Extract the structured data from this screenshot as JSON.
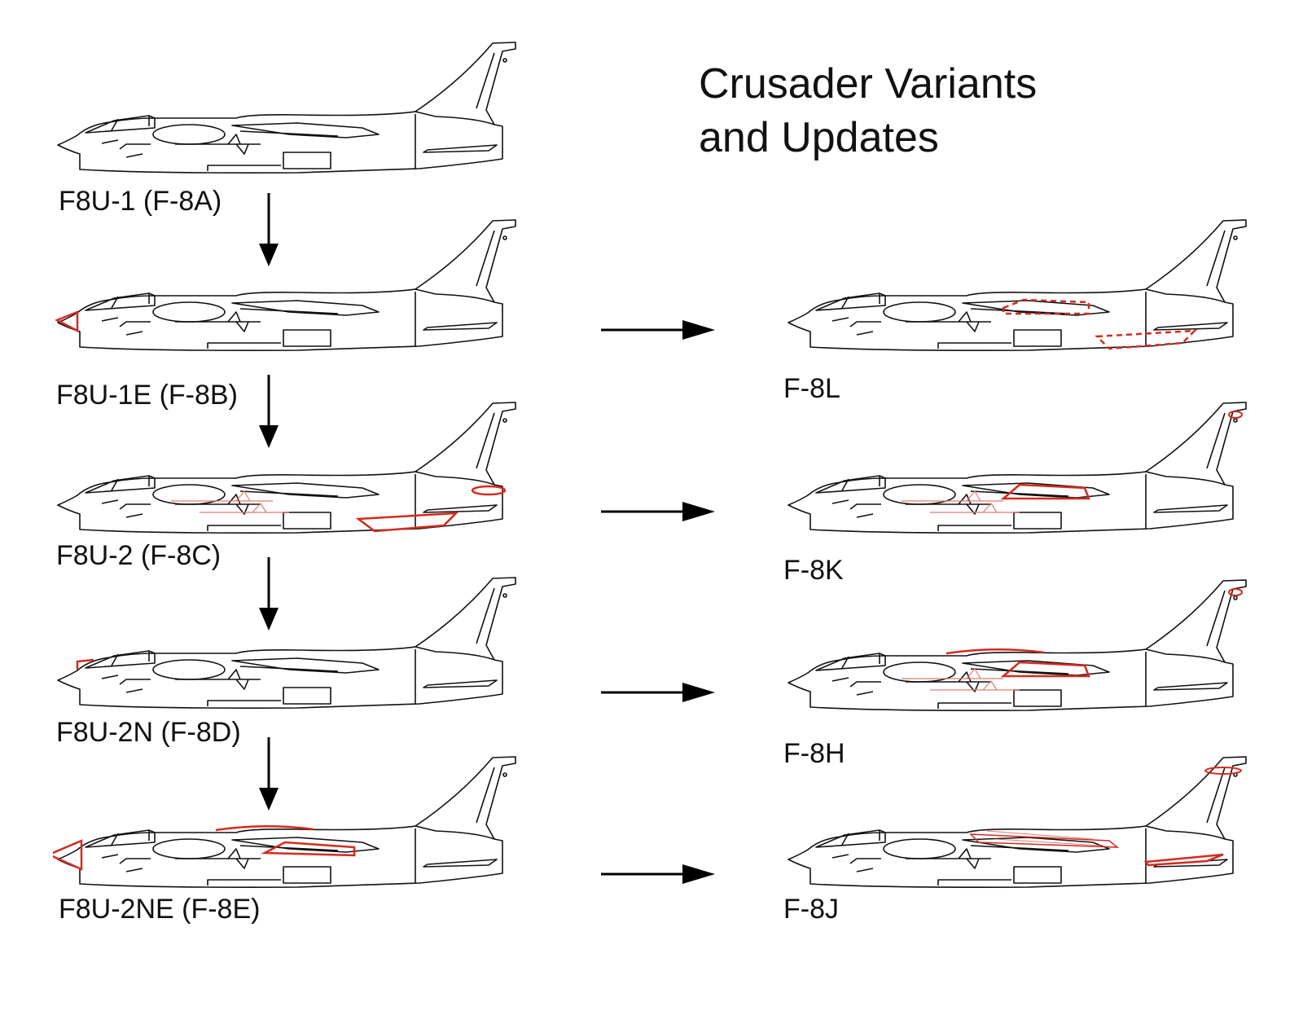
{
  "title": {
    "line1": "Crusader Variants",
    "line2": "and Updates"
  },
  "colors": {
    "outline": "#111111",
    "modification": "#d42a20"
  },
  "variants": [
    {
      "label": "F8U-1 (F-8A)",
      "mods": []
    },
    {
      "label": "F8U-1E (F-8B)",
      "mods": [
        "radome"
      ]
    },
    {
      "label": "F8U-2 (F-8C)",
      "mods": [
        "ventral-fins",
        "tail-bulge",
        "sidewinder-pairs"
      ]
    },
    {
      "label": "F8U-2N (F-8D)",
      "mods": [
        "nose-bump"
      ]
    },
    {
      "label": "F8U-2NE (F-8E)",
      "mods": [
        "large-radome",
        "spine-hump",
        "wing-pylon"
      ]
    }
  ],
  "updates": [
    {
      "label": "F-8L",
      "mods": [
        "dashed-wing",
        "dashed-ventral"
      ]
    },
    {
      "label": "F-8K",
      "mods": [
        "wing-panel",
        "fin-tip",
        "sidewinder-pairs"
      ]
    },
    {
      "label": "F-8H",
      "mods": [
        "wing-panel",
        "fin-tip",
        "spine-hump",
        "sidewinder-pairs"
      ]
    },
    {
      "label": "F-8J",
      "mods": [
        "blc-wing",
        "fin-cap",
        "tail-strake"
      ]
    }
  ]
}
